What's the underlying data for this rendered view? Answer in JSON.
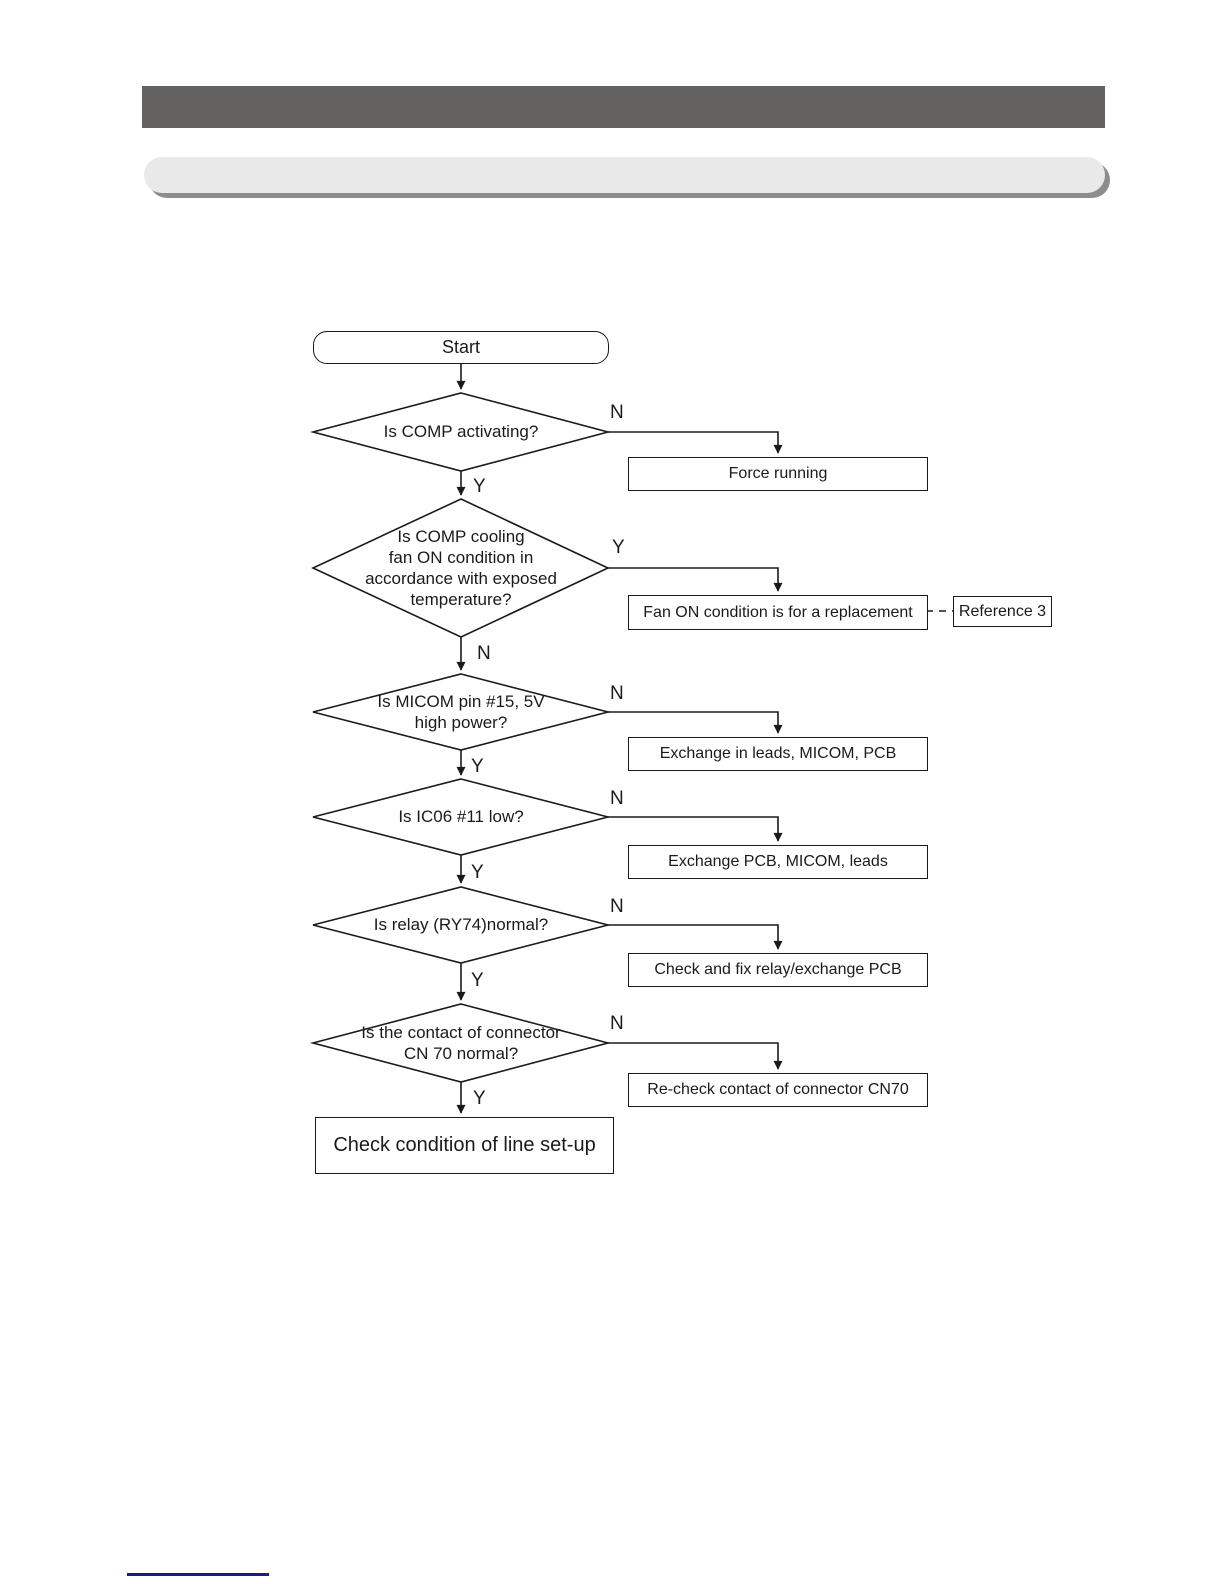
{
  "page": {
    "colors": {
      "background": "#ffffff",
      "header_bar": "#646161",
      "banner": "#e9e9e9",
      "banner_shadow": "#8d8d8d",
      "line": "#1a1a1a",
      "footer_rule": "#1b1b8a"
    }
  },
  "flowchart": {
    "yes_label": "Y",
    "no_label": "N",
    "start_label": "Start",
    "decisions": [
      {
        "question": "Is COMP activating?",
        "branch_taken_on": "N",
        "action": "Force running"
      },
      {
        "question": "Is COMP cooling\nfan ON condition in\naccordance with exposed\ntemperature?",
        "branch_taken_on": "Y",
        "action": "Fan ON condition is for a replacement",
        "reference": "Reference 3"
      },
      {
        "question": "Is MICOM pin #15, 5V\nhigh power?",
        "branch_taken_on": "N",
        "action": "Exchange in leads, MICOM, PCB"
      },
      {
        "question": "Is IC06 #11 low?",
        "branch_taken_on": "N",
        "action": "Exchange PCB, MICOM, leads"
      },
      {
        "question": "Is relay (RY74)normal?",
        "branch_taken_on": "N",
        "action": "Check and fix relay/exchange PCB"
      },
      {
        "question": "Is the contact of connector\nCN 70 normal?",
        "branch_taken_on": "N",
        "action": "Re-check contact of connector CN70"
      }
    ],
    "end_label": "Check condition of line set-up"
  }
}
